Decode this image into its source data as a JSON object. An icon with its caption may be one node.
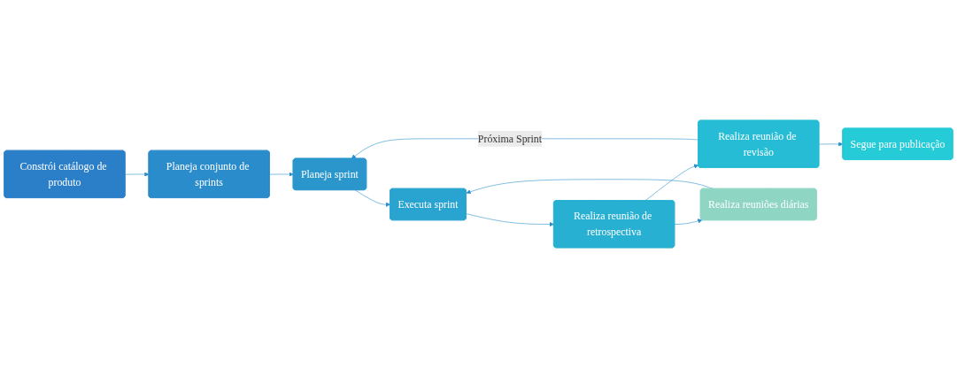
{
  "diagram": {
    "nodes": [
      {
        "text": [
          "Constrói catálogo de produto"
        ]
      },
      {
        "text": [
          "Planeja conjunto de sprints"
        ]
      },
      {
        "text": [
          "Planeja sprint"
        ]
      },
      {
        "text": [
          "Executa sprint"
        ]
      },
      {
        "text": [
          "Realiza reunião de retrospectiva"
        ]
      },
      {
        "text": [
          "Realiza reunião de revisão"
        ]
      },
      {
        "text": [
          "Segue para publicação"
        ]
      },
      {
        "text": [
          "Realiza reuniões diárias"
        ]
      }
    ],
    "edges": [
      {
        "from": 0,
        "to": 1,
        "arrow": "to"
      },
      {
        "from": 1,
        "to": 2,
        "arrow": "to"
      },
      {
        "from": 2,
        "to": 3,
        "arrow": "to"
      },
      {
        "from": 3,
        "to": 4,
        "arrow": "to"
      },
      {
        "from": 4,
        "to": 5,
        "arrow": "to"
      },
      {
        "from": 5,
        "to": 6,
        "arrow": "to"
      },
      {
        "from": 7,
        "to": 3,
        "arrow": "to"
      },
      {
        "from": 4,
        "to": 7,
        "arrow": "to"
      },
      {
        "from": 5,
        "to": 2,
        "label": "Próxima Sprint",
        "arrow": "to"
      }
    ]
  }
}
